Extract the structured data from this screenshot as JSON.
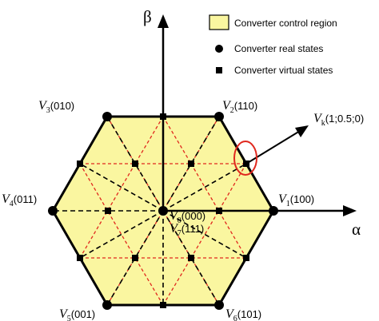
{
  "legend": {
    "region_label": "Converter control region",
    "real_label": "Converter real states",
    "virtual_label": "Converter virtual states"
  },
  "axes": {
    "alpha": "α",
    "beta": "β"
  },
  "vectors": {
    "v0": {
      "sym": "V",
      "sub": "0",
      "code": "(000)"
    },
    "v7": {
      "sym": "V",
      "sub": "7",
      "code": "(111)"
    },
    "v1": {
      "sym": "V",
      "sub": "1",
      "code": "(100)"
    },
    "v2": {
      "sym": "V",
      "sub": "2",
      "code": "(110)"
    },
    "v3": {
      "sym": "V",
      "sub": "3",
      "code": "(010)"
    },
    "v4": {
      "sym": "V",
      "sub": "4",
      "code": "(011)"
    },
    "v5": {
      "sym": "V",
      "sub": "5",
      "code": "(001)"
    },
    "v6": {
      "sym": "V",
      "sub": "6",
      "code": "(101)"
    },
    "vk": {
      "sym": "V",
      "sub": "k",
      "code": "(1;0.5;0)"
    }
  },
  "colors": {
    "region_fill": "#faf6a0",
    "dashed_red": "#e0281e",
    "highlight": "#e0281e",
    "dark": "#000000"
  }
}
